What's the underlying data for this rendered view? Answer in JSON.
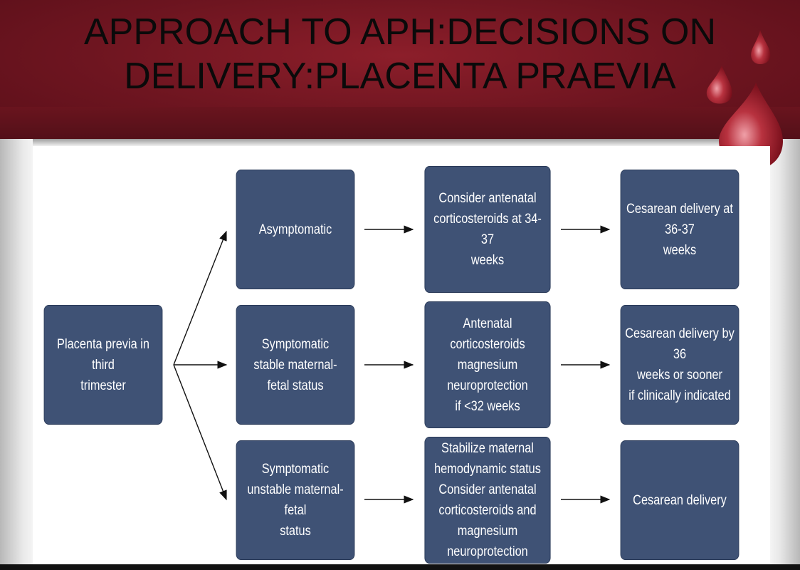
{
  "slide": {
    "title": "APPROACH TO APH:DECISIONS ON DELIVERY:PLACENTA PRAEVIA",
    "title_line1": "APPROACH TO APH:DECISIONS ON",
    "title_line2": "DELIVERY:PLACENTA PRAEVIA",
    "colors": {
      "header": "#7a1a24",
      "node_fill": "#3f5275",
      "node_text": "#ffffff"
    }
  },
  "diagram": {
    "nodes": {
      "root": "Placenta previa in third\ntrimester",
      "asymptomatic": "Asymptomatic",
      "stable": "Symptomatic\nstable maternal-\nfetal status",
      "unstable": "Symptomatic\nunstable maternal-fetal\nstatus",
      "asym_management": "Consider antenatal\ncorticosteroids at 34-37\nweeks",
      "stable_management": "Antenatal corticosteroids\nmagnesium neuroprotection\nif <32 weeks",
      "unstable_management": "Stabilize maternal\nhemodynamic status\nConsider antenatal\ncorticosteroids and\nmagnesium neuroprotection",
      "asym_delivery": "Cesarean delivery at 36-37\nweeks",
      "stable_delivery": "Cesarean delivery by 36\nweeks or sooner\nif clinically indicated",
      "unstable_delivery": "Cesarean delivery"
    },
    "edges": [
      [
        "root",
        "asymptomatic"
      ],
      [
        "root",
        "stable"
      ],
      [
        "root",
        "unstable"
      ],
      [
        "asymptomatic",
        "asym_management"
      ],
      [
        "stable",
        "stable_management"
      ],
      [
        "unstable",
        "unstable_management"
      ],
      [
        "asym_management",
        "asym_delivery"
      ],
      [
        "stable_management",
        "stable_delivery"
      ],
      [
        "unstable_management",
        "unstable_delivery"
      ]
    ]
  }
}
